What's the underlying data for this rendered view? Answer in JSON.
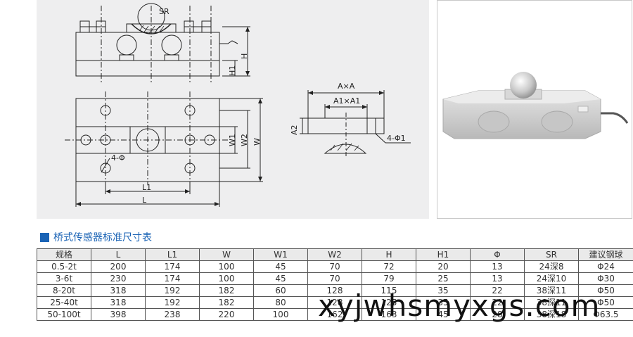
{
  "drawing": {
    "label_sr": "SR",
    "label_h": "H",
    "label_h1": "H1",
    "label_w1": "W1",
    "label_w2": "W2",
    "label_w": "W",
    "label_l1": "L1",
    "label_l": "L",
    "label_4phi": "4-Φ",
    "label_axa": "A×A",
    "label_a1xa1": "A1×A1",
    "label_a2": "A2",
    "label_4phi1": "4-Φ1"
  },
  "heading": {
    "text": "桥式传感器标准尺寸表",
    "accent_color": "#1a63b5"
  },
  "table": {
    "headers": [
      "规格",
      "L",
      "L1",
      "W",
      "W1",
      "W2",
      "H",
      "H1",
      "Φ",
      "SR",
      "建议钢球"
    ],
    "rows": [
      [
        "0.5-2t",
        "200",
        "174",
        "100",
        "45",
        "70",
        "72",
        "20",
        "13",
        "24深8",
        "Φ24"
      ],
      [
        "3-6t",
        "230",
        "174",
        "100",
        "45",
        "70",
        "79",
        "25",
        "13",
        "24深10",
        "Φ30"
      ],
      [
        "8-20t",
        "318",
        "192",
        "182",
        "60",
        "128",
        "115",
        "35",
        "22",
        "38深11",
        "Φ50"
      ],
      [
        "25-40t",
        "318",
        "192",
        "182",
        "80",
        "128",
        "125",
        "35",
        "22",
        "38深11",
        "Φ50"
      ],
      [
        "50-100t",
        "398",
        "238",
        "220",
        "100",
        "162",
        "163",
        "45",
        "28",
        "38深18",
        "Φ63.5"
      ]
    ]
  },
  "watermark": "xyjwhsmyxgs.com"
}
